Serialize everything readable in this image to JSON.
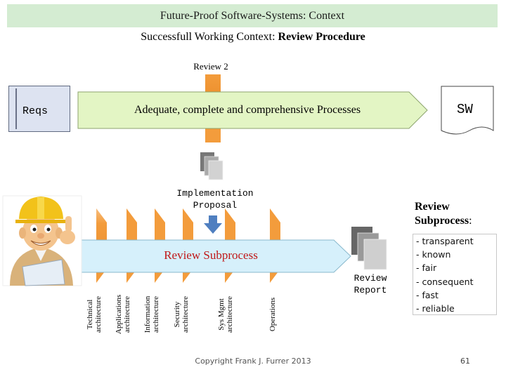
{
  "header": {
    "title": "Future-Proof Software-Systems: Context"
  },
  "subtitle": {
    "prefix": "Successfull Working Context: ",
    "emphasis": "Review Procedure"
  },
  "diagram": {
    "review_gate_label": "Review 2",
    "input_label": "Reqs",
    "output_label": "SW",
    "main_process_label": "Adequate, complete and comprehensive Processes",
    "implementation_proposal": [
      "Implementation",
      "Proposal"
    ],
    "review_subprocess_label": "Review Subprocess",
    "review_report": [
      "Review",
      "Report"
    ],
    "architecture_inputs": [
      {
        "lines": [
          "Technical",
          "architecture"
        ]
      },
      {
        "lines": [
          "Applications",
          "architecture"
        ]
      },
      {
        "lines": [
          "Information",
          "architecture"
        ]
      },
      {
        "lines": [
          "Security",
          "architecture"
        ]
      },
      {
        "lines": [
          "Sys Mgmt",
          "architecture"
        ]
      },
      {
        "lines": [
          "Operations"
        ]
      }
    ]
  },
  "side_panel": {
    "heading": "Review",
    "heading_suffix": "Subprocess",
    "heading_colon": ":",
    "qualities": [
      "- transparent",
      "- known",
      "- fair",
      "- consequent",
      "- fast",
      "- reliable"
    ]
  },
  "footer": {
    "copyright": "Copyright Frank J. Furrer 2013",
    "page_number": "61"
  },
  "colors": {
    "title_bg": "#d4ecd2",
    "main_arrow_fill": "#e3f5c4",
    "sub_arrow_fill": "#d6f0fb",
    "gate_orange": "#f39c3c",
    "doc_gray": "#9a9a9a",
    "accent_red": "#c01818",
    "down_arrow_blue": "#4f7fc0"
  },
  "icons": {
    "engineer": "engineer-with-hardhat-icon",
    "documents": "document-stack-icon",
    "down_arrow": "arrow-down-icon"
  }
}
